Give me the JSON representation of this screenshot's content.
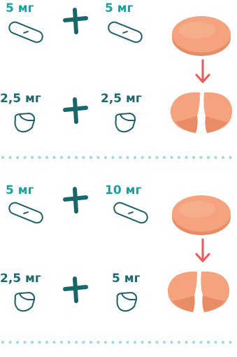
{
  "colors": {
    "text_teal": "#17a2a0",
    "text_dark": "#1e6870",
    "plus": "#16686c",
    "icon_stroke": "#1f5f66",
    "pill_fill": "#f4a37e",
    "pill_shade": "#e88c68",
    "arrow": "#ea5a5a",
    "dots": "#9fd8dc"
  },
  "section1": {
    "top_left_dose": "5 мг",
    "top_right_dose": "5 мг",
    "bottom_left_dose": "2,5 мг",
    "bottom_right_dose": "2,5 мг"
  },
  "section2": {
    "top_left_dose": "5 мг",
    "top_right_dose": "10 мг",
    "bottom_left_dose": "2,5 мг",
    "bottom_right_dose": "5 мг"
  },
  "icons": {
    "plus": "plus-icon",
    "whole_pill_outline": "capsule-tablet-icon",
    "half_pill_outline": "half-tablet-icon",
    "whole_tablet": "whole-tablet-icon",
    "split_tablet": "split-tablet-icon",
    "arrow": "arrow-down-icon"
  }
}
